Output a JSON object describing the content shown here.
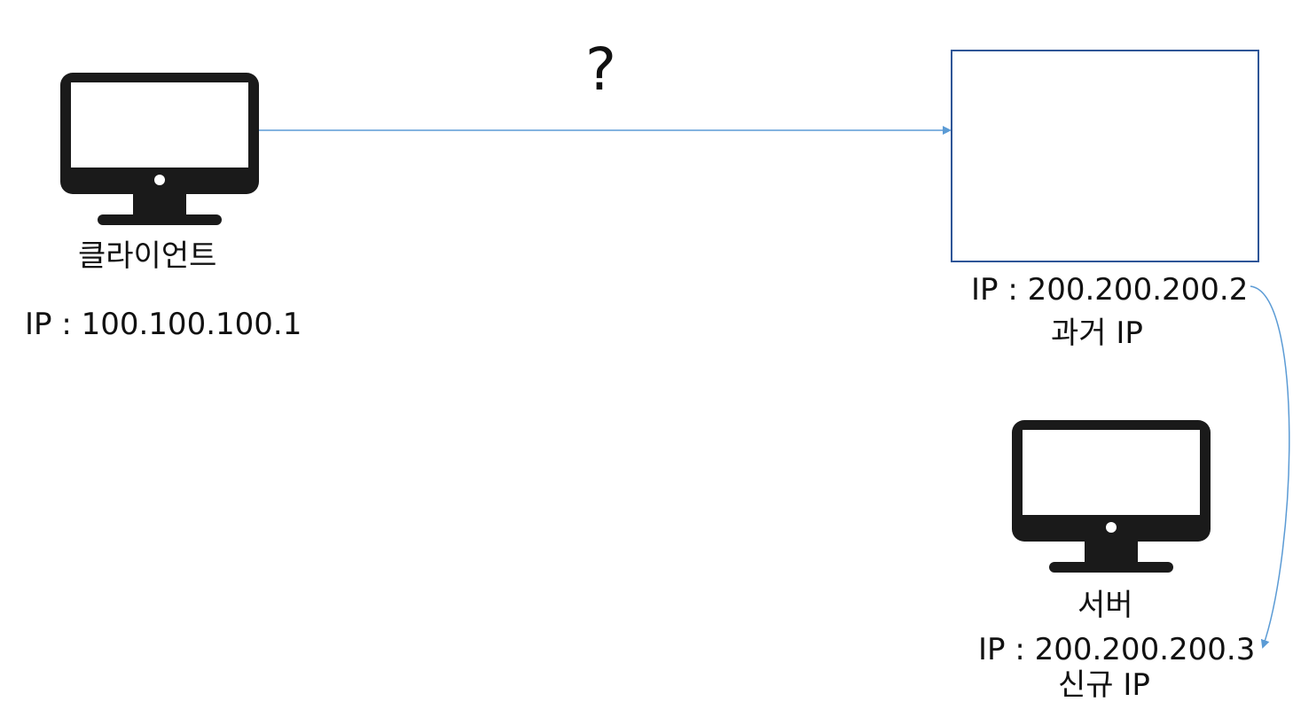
{
  "client": {
    "name": "클라이언트",
    "ip": "IP : 100.100.100.1",
    "icon": "monitor-icon"
  },
  "request": {
    "label": "?"
  },
  "old_server": {
    "ip": "IP : 200.200.200.2",
    "label": "과거 IP"
  },
  "server": {
    "name": "서버",
    "ip": "IP : 200.200.200.3",
    "label": "신규 IP",
    "icon": "monitor-icon"
  },
  "colors": {
    "connector": "#5b9bd5",
    "box_border": "#2e5597",
    "icon": "#1a1a1a",
    "text": "#111111",
    "background": "#ffffff"
  }
}
